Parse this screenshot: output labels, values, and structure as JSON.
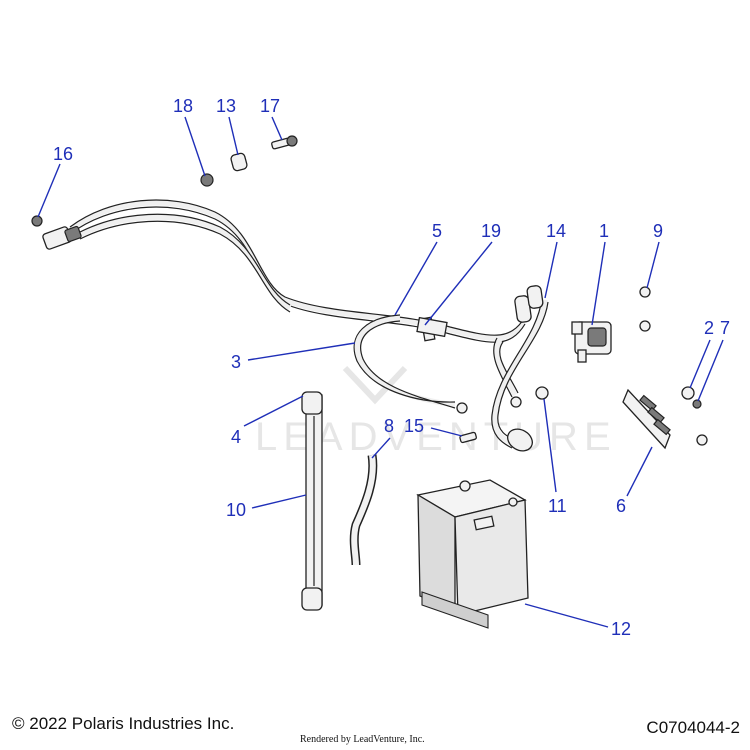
{
  "watermark": "LEADVENTURE",
  "callouts": [
    {
      "id": "16",
      "label": "16"
    },
    {
      "id": "18",
      "label": "18"
    },
    {
      "id": "13",
      "label": "13"
    },
    {
      "id": "17",
      "label": "17"
    },
    {
      "id": "5",
      "label": "5"
    },
    {
      "id": "19",
      "label": "19"
    },
    {
      "id": "14",
      "label": "14"
    },
    {
      "id": "1",
      "label": "1"
    },
    {
      "id": "9",
      "label": "9"
    },
    {
      "id": "2",
      "label": "2"
    },
    {
      "id": "7",
      "label": "7"
    },
    {
      "id": "3",
      "label": "3"
    },
    {
      "id": "4",
      "label": "4"
    },
    {
      "id": "8",
      "label": "8"
    },
    {
      "id": "15",
      "label": "15"
    },
    {
      "id": "10",
      "label": "10"
    },
    {
      "id": "11",
      "label": "11"
    },
    {
      "id": "6",
      "label": "6"
    },
    {
      "id": "12",
      "label": "12"
    }
  ],
  "footer": {
    "copyright": "© 2022 Polaris Industries Inc.",
    "rendered_by": "Rendered by LeadVenture, Inc.",
    "drawing_number": "C0704044-2"
  }
}
